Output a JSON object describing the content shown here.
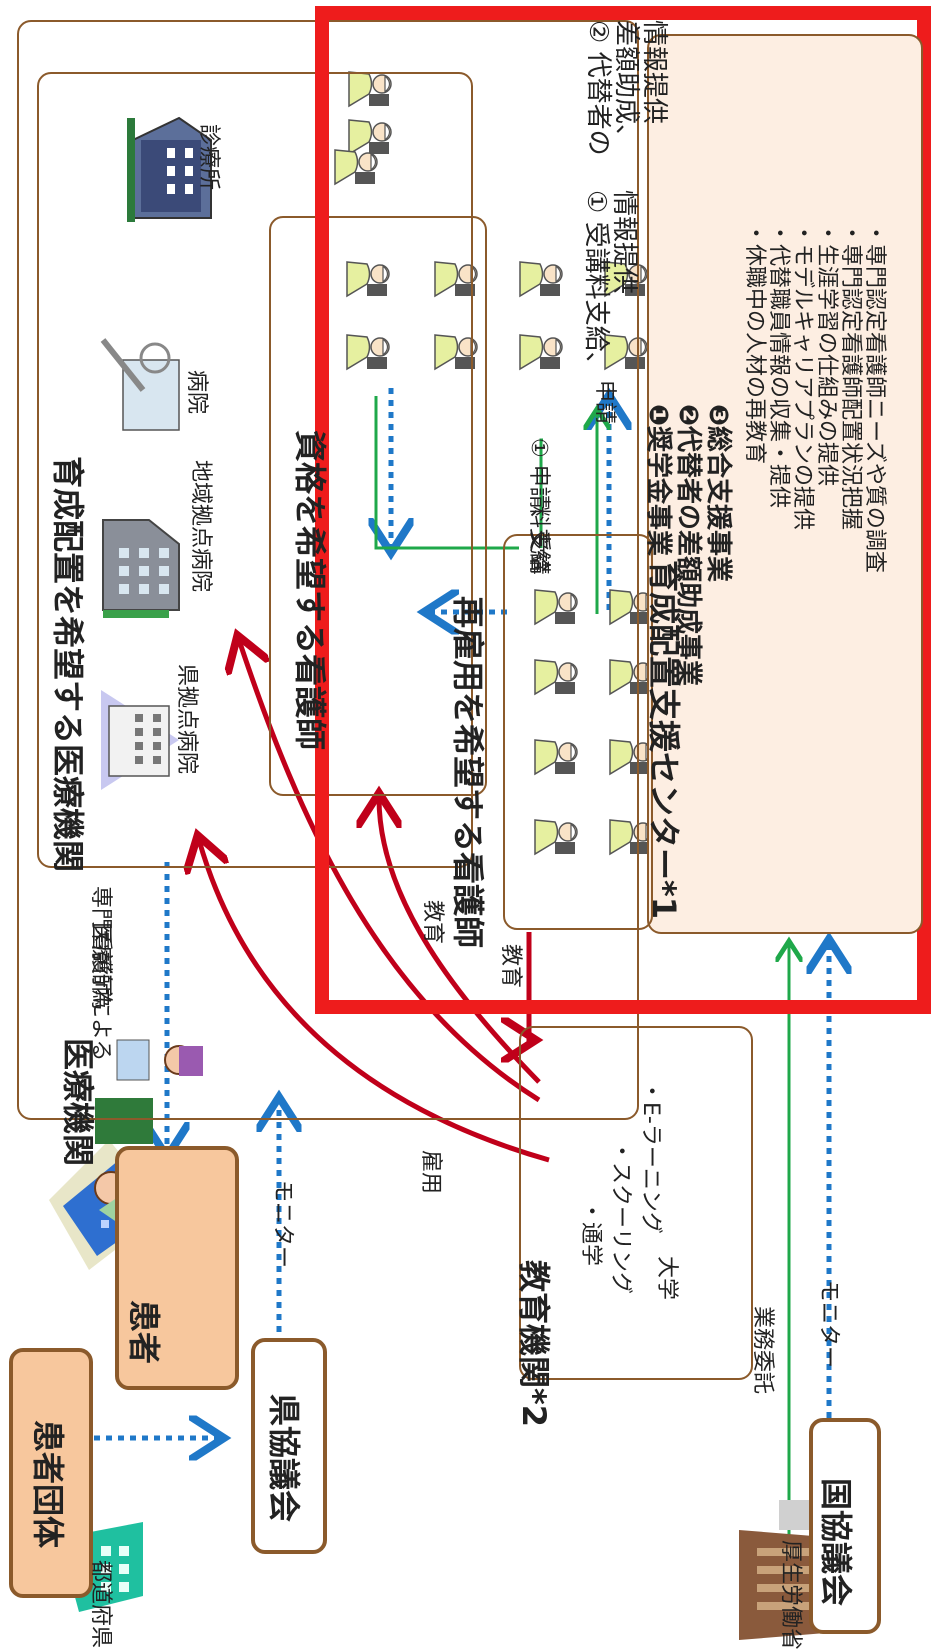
{
  "diagram": {
    "colors": {
      "red_frame": "#ee1c1c",
      "arrow_red": "#c0001a",
      "arrow_blue": "#1f78c8",
      "arrow_green": "#1fa84a",
      "box_brown": "#8b5a2b",
      "center_fill": "#fdeee2",
      "patient_fill": "#f7c79d"
    },
    "medical_institutions": {
      "title": "医療機関",
      "act_text_1": "専門看護師による",
      "act_text_2": "医療行為",
      "training_institutions": {
        "title": "育成配置を希望する医療機関",
        "pref_hospital": "県拠点病院",
        "regional_hospital": "地域拠点病院",
        "hospital": "病院",
        "clinic": "診療所"
      },
      "nurses_box": {
        "title": "資格を希望する看護師"
      }
    },
    "reemploy_box": {
      "title": "再雇用を希望する看護師"
    },
    "support_center": {
      "title": "育成配置支援センター*1",
      "business_1": "❶奨学金事業",
      "business_2": "❷代替者の差額助成事業",
      "business_3": "❸総合支援事業",
      "items": [
        "・休職中の人材の再教育",
        "・代替職員情報の収集・提供",
        "・モデルキャリアプランの提供",
        "・生涯学習の仕組みの提供",
        "・専門認定看護師配置状況把握",
        "・専門認定看護師ニーズや質の調査"
      ]
    },
    "education": {
      "title": "教育機関*2",
      "university": "大学",
      "methods": [
        "・通学",
        "・スクーリング",
        "・E-ラーニング"
      ]
    },
    "patients": {
      "label": "患者"
    },
    "patient_group": {
      "label": "患者団体"
    },
    "pref_council": {
      "label": "県協議会"
    },
    "prefecture": {
      "label": "都道府県"
    },
    "national_council": {
      "label": "国協議会"
    },
    "mhlw": {
      "label": "厚生労働省"
    },
    "arrow_labels": {
      "subsidy2_a": "② 代替者の",
      "subsidy2_b": "差額助成、",
      "subsidy2_c": "情報提供",
      "subsidy1_a": "① 受講料支給、",
      "subsidy1_b": "情報提供",
      "apply": "申請",
      "apply2_a": "① 申請、受講",
      "apply2_b": "料支給",
      "edu_1": "教育",
      "edu_2": "教育",
      "hire": "雇用",
      "monitor_1": "モニター",
      "monitor_2": "モニター",
      "outsourcing": "業務委託"
    }
  }
}
